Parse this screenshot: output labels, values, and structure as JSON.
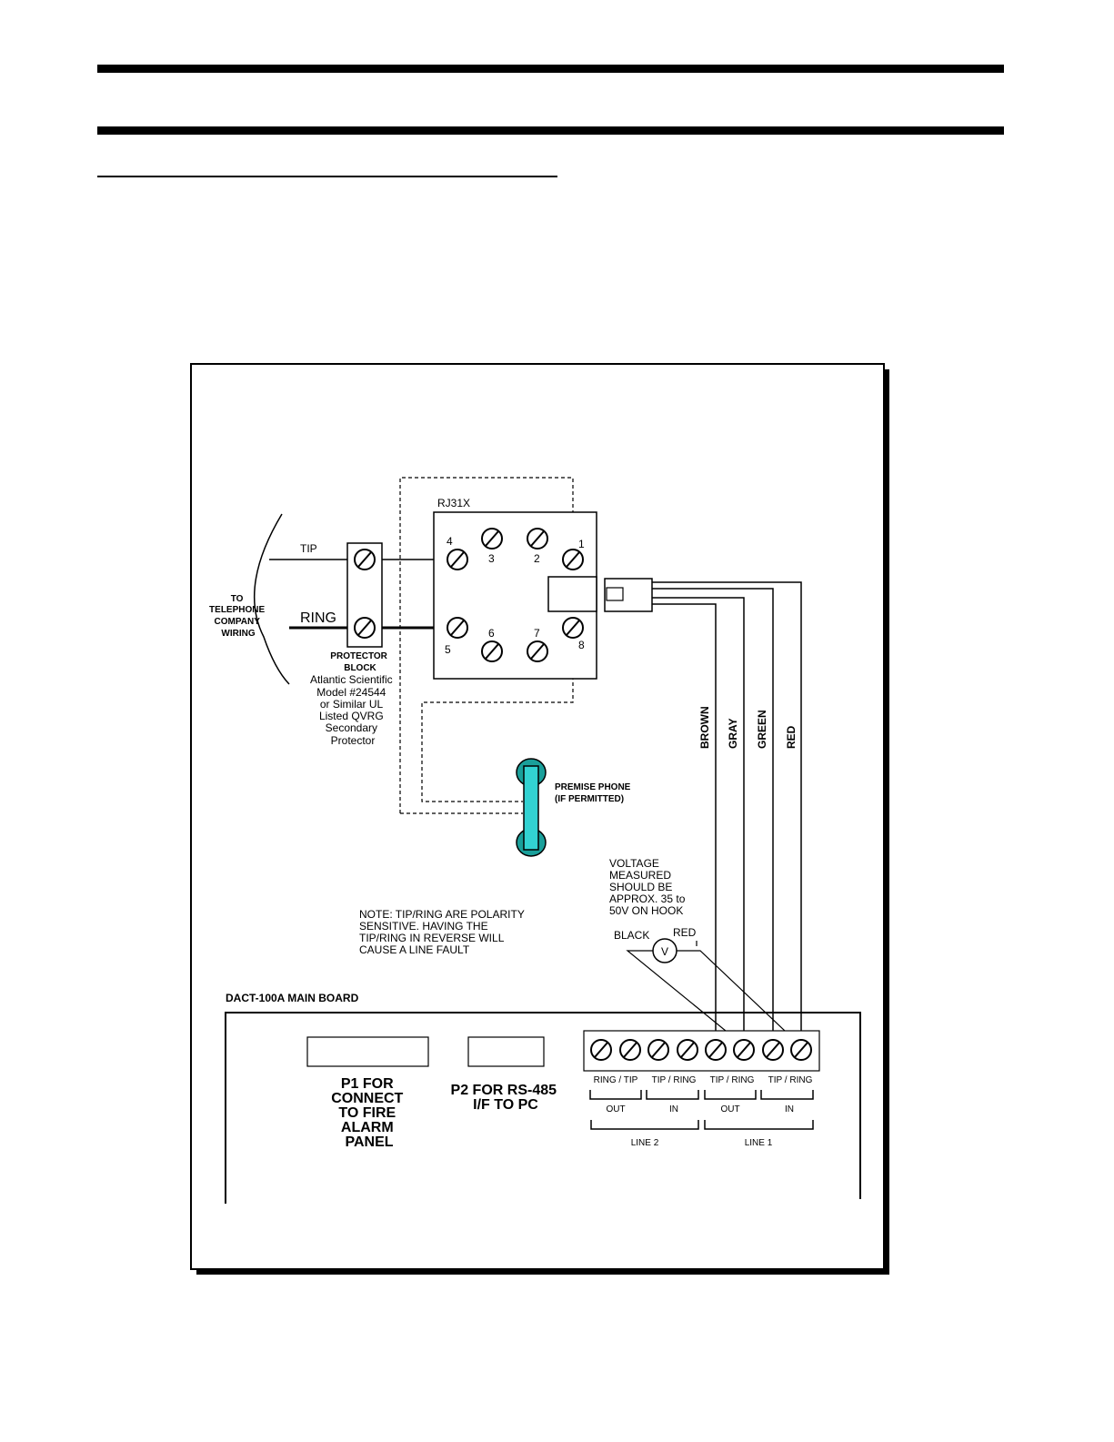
{
  "diagram": {
    "rj31x": {
      "title": "RJ31X",
      "terminals": [
        "1",
        "2",
        "3",
        "4",
        "5",
        "6",
        "7",
        "8"
      ]
    },
    "telco": {
      "tip": "TIP",
      "ring": "RING",
      "company_lines": [
        "TO",
        "TELEPHONE",
        "COMPANY",
        "WIRING"
      ]
    },
    "protector": {
      "title_lines": [
        "PROTECTOR",
        "BLOCK"
      ],
      "desc_lines": [
        "Atlantic Scientific",
        "Model #24544",
        "or Similar UL",
        "Listed QVRG",
        "Secondary",
        "Protector"
      ]
    },
    "premise_phone": [
      "PREMISE PHONE",
      "(IF PERMITTED)"
    ],
    "wire_colors": [
      "BROWN",
      "GRAY",
      "GREEN",
      "RED"
    ],
    "voltage_note": [
      "VOLTAGE",
      "MEASURED",
      "SHOULD BE",
      "APPROX. 35 to",
      "50V ON HOOK"
    ],
    "meter": {
      "symbol": "V",
      "black": "BLACK",
      "red": "RED"
    },
    "polarity_note": [
      "NOTE: TIP/RING ARE POLARITY",
      "SENSITIVE. HAVING THE",
      "TIP/RING IN REVERSE WILL",
      "CAUSE A LINE FAULT"
    ],
    "board": {
      "title": "DACT-100A MAIN BOARD",
      "p1_lines": [
        "P1 FOR",
        "CONNECT",
        "TO FIRE",
        "ALARM",
        "PANEL"
      ],
      "p2_lines": [
        "P2 FOR RS-485",
        "I/F TO PC"
      ],
      "terminal_labels": [
        "RING / TIP",
        "TIP / RING",
        "TIP / RING",
        "TIP / RING"
      ],
      "out_in": [
        "OUT",
        "IN",
        "OUT",
        "IN"
      ],
      "lines": [
        "LINE 2",
        "LINE 1"
      ]
    }
  }
}
